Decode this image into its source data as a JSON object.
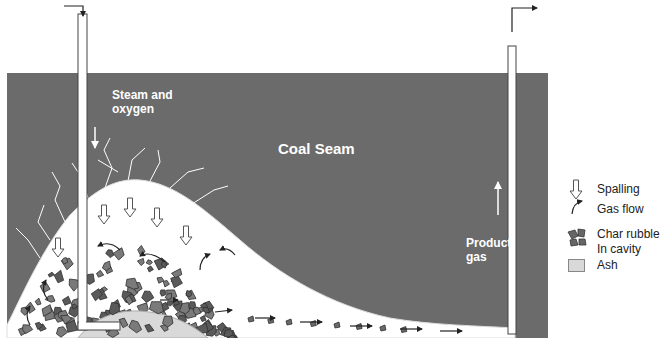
{
  "diagram": {
    "labels": [
      "Steam and oxygen",
      "Coal Seam",
      "Product gas"
    ],
    "legend": [
      {
        "text": "Spalling"
      },
      {
        "text": "Gas flow"
      },
      {
        "text": "Char rubble In cavity"
      },
      {
        "text": "Ash",
        "color": "#d9d9d9"
      }
    ]
  }
}
